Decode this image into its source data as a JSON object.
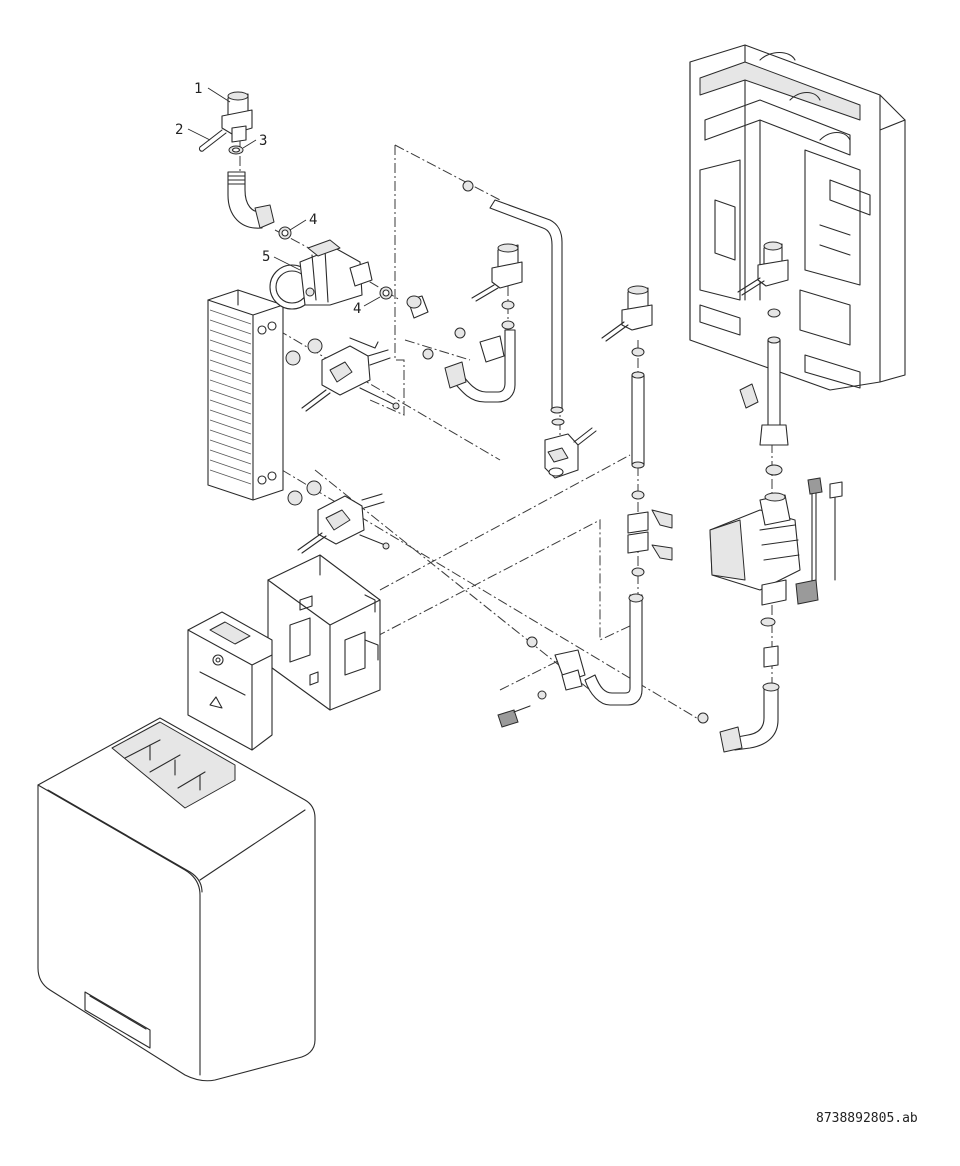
{
  "callouts": [
    {
      "id": "1",
      "text": "1"
    },
    {
      "id": "2",
      "text": "2"
    },
    {
      "id": "3",
      "text": "3"
    },
    {
      "id": "4a",
      "text": "4"
    },
    {
      "id": "5",
      "text": "5"
    },
    {
      "id": "4b",
      "text": "4"
    }
  ],
  "reference_code": "8738892805.ab",
  "colors": {
    "line": "#2b2b2b",
    "fill_light": "#e6e6e6",
    "fill_dark": "#9a9a9a",
    "background": "#ffffff"
  }
}
